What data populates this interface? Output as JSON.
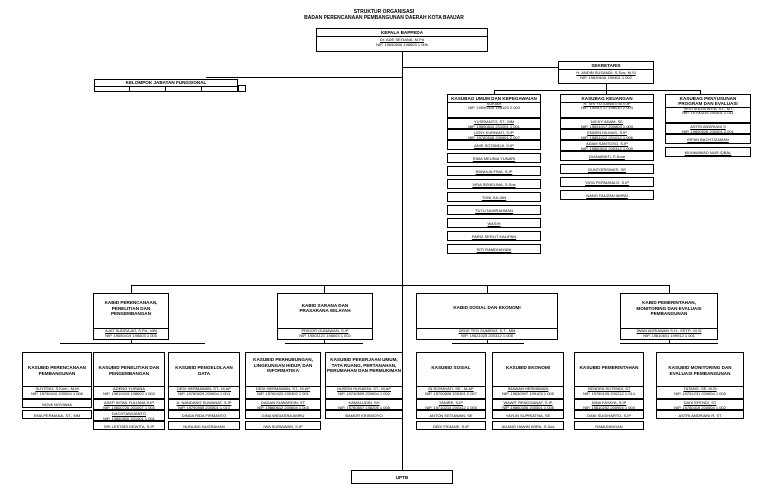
{
  "title": {
    "line1": "STRUKTUR ORGANISASI",
    "line2": "BADAN PERENCANAAN PEMBANGUNAN DAERAH KOTA BANJAR"
  },
  "kepala": {
    "title": "KEPALA BAPPEDA",
    "name": "Dr. ADE SETIANA, M.Pd",
    "nip": "NIP. 19650606 198603 1 006"
  },
  "fungsional": {
    "title": "KELOMPOK JABATAN FUNGSIONAL"
  },
  "sekretaris": {
    "title": "SEKRETARIS",
    "name": "H. ANDIN SUSANDI, S.Sos, M.Si",
    "nip": "NIP. 19630616 199401 1 002"
  },
  "umum": {
    "title": "KASUBAG UMUM DAN KEPEGAWAIAN",
    "name": "SUKIAH",
    "nip": "NIP. 19590410 198103 2 003",
    "rows": [
      {
        "name": "YUSRIANTO, ST., MM",
        "nip": "NIP. 19690810 201001 1 001"
      },
      {
        "name": "LENY KURNIATI, S.IP",
        "nip": "NIP. 19780526 200901 2 007"
      },
      {
        "name": "ANIS SOTANDJI, S.IP"
      },
      {
        "name": "RIMA MEUNIA YUNARI"
      },
      {
        "name": "RANIA ALFINA, S.IP"
      },
      {
        "name": "VIRA RENELINA, S.Sos"
      },
      {
        "name": "TONI JULIAN"
      },
      {
        "name": "TUTU NUHRAHMAN"
      },
      {
        "name": "WASIH"
      },
      {
        "name": "PARIZ SERLIT KALIPAN"
      },
      {
        "name": "SITI RAMDHAYANI"
      }
    ]
  },
  "keuangan": {
    "title": "KASUBAG KEUANGAN",
    "name": "H. SRI YUTIAWATI M.S.IP",
    "nip": "NIP. 19590717 198010 2 004",
    "rows": [
      {
        "name": "NICKY ADAM, SE",
        "nip": "NIP. 19831017 200803 1 003"
      },
      {
        "name": "ENDEN DILMAS, S.IP",
        "nip": "NIP. 19851012 201012 1 006"
      },
      {
        "name": "ADAM SANTOSO, S.IP",
        "nip": "NIP. 19860610 200312 1 005"
      },
      {
        "name": "DIANAWATI, S.Kom"
      },
      {
        "name": "GUNTORISWATI, SE"
      },
      {
        "name": "YAYA PERMANA D. S.IP"
      },
      {
        "name": "NANG FAUZAN AMPAI"
      }
    ]
  },
  "penyusunan": {
    "title1": "KASUBAG PENYUSUNAN",
    "title2": "PROGRAM DAN EVALUASI",
    "name": "VESTIKA DEWITA, ST., MT",
    "nip": "NIP. 19790319 200501 2 011",
    "rows": [
      {
        "name": "ASTRI ANDRIANI S",
        "nip": "NIP. 19850526 200901 2 001"
      },
      {
        "name": "IRFAN BACHTIZAMAN"
      },
      {
        "name": "MUHAMMAD NUR IQBAL"
      }
    ]
  },
  "kabid": [
    {
      "title1": "KABID PERENCANAAN,",
      "title2": "PENELITIAN DAN",
      "title3": "PENGEMBANGAN",
      "name": "AJAT SUDRAJAT, S.Pd., MM",
      "nip": "NIP. 19650419 198603 1 005"
    },
    {
      "title1": "KABID SARANA DAN",
      "title2": "PRASARANA WILAYAH",
      "title3": "",
      "name": "PRIDOR GUNAWAN, S.IP",
      "nip": "NIP. 19501121 198503 1 002"
    },
    {
      "title1": "KABID SOSIAL DAN EKONOMI",
      "title2": "",
      "title3": "",
      "name": "DEDE TEO SUMIRAT, S.T., MM",
      "nip": "NIP. 19821025 200312 1 008"
    },
    {
      "title1": "KABID PEMERINTAHAN,",
      "title2": "MONITORING DAN EVALUASI",
      "title3": "PEMBANGUNAN",
      "name": "IWAN ADRIAWAN S.H., SSTP., M.Si",
      "nip": "NIP. 19810601 199912 1 001"
    }
  ],
  "kasubid": [
    {
      "title": "KASUBID PERENCANAAN PEMBANGUNAN",
      "name": "SUYITNO, S.Kom., M.M",
      "nip": "NIP. 19790410 200604 1 006",
      "rows": [
        {
          "name": "NOVA NOVIANA"
        },
        {
          "name": "EMA PERMANA, ST., MM"
        }
      ]
    },
    {
      "title": "KASUBID PENELITIAN DAN PENGEMBANGAN",
      "name": "ADENG YURANA",
      "nip": "NIP. 19610419 198602 1 003",
      "rows": [
        {
          "name": "ASEP INTAN YULIANA S.IP",
          "nip": "NIP. 19800726 201007 1 003"
        },
        {
          "name": "DACHTAWIJANTO",
          "nip": "NIP. 19860806 201001 1 001"
        },
        {
          "name": "SRI LESTARI DEWITA, S.IP"
        }
      ]
    },
    {
      "title": "KASUBID PENGELOLAAN DATA",
      "name": "DEDI HERMAWAN, ST., M.AP",
      "nip": "NIP. 19780629 200604 1 004",
      "rows": [
        {
          "name": "A. NANDANG SUWANAT, S.IP",
          "nip": "NIP. 19790905 200501 1 010"
        },
        {
          "name": "DINDA RIDA FIRMANTO"
        },
        {
          "name": "NUNUNG NUGRAHAN"
        }
      ]
    },
    {
      "title": "KASUBID PERHUBUNGAN, LINGKUNGAN HIDUP, DAN INFORMATIKA",
      "name": "DEDI HERMAWAN, ST., M.AP",
      "nip": "NIP. 19760420 200302 1 001",
      "rows": [
        {
          "name": "DADAN SUWARDIN, ST",
          "nip": "NIP. 19860612 200604 1 003"
        },
        {
          "name": "GINA WIDIASRA AMRU"
        },
        {
          "name": "IWA SURIAWAN, S.IP"
        }
      ]
    },
    {
      "title": "KASUBID PEKERJAAN UMUM, TATA RUANG, PERTANAHAN, PERUMAHAN DAN PERMUKIMAN",
      "name": "HUSEIN HUSAENI, ST., M.AP",
      "nip": "NIP. 19740509 200604 1 002",
      "rows": [
        {
          "name": "KAMALUDIN, SH",
          "nip": "NIP. 19760607 198206 1 006"
        },
        {
          "name": "BAMOR KRISMOYO"
        }
      ]
    },
    {
      "title": "KASUBID SOSIAL",
      "name": "IN ROHAYATI, SE., M.AP",
      "nip": "NIP. 19700826 200301 2 007",
      "rows": [
        {
          "name": "TANIRE, S.IP",
          "nip": "NIP. 19710214 200312 1 005"
        },
        {
          "name": "ANTON SETIAWAN, SE"
        },
        {
          "name": "DEDI FIDIANE, S.IP"
        }
      ]
    },
    {
      "title": "KASUBID EKONOMI",
      "name": "IMAWAN HERMAWAN",
      "nip": "NIP. 19630907 199103 1 005",
      "rows": [
        {
          "name": "WAWIT RENGGANAT, S.IP",
          "nip": "NIP. 19860306 200501 1 008"
        },
        {
          "name": "YAYUN SUPRIATNA, SE"
        },
        {
          "name": "ADANG HANIM WIRA, S.Sos"
        }
      ]
    },
    {
      "title": "KASUBID PEMERINTAHAN",
      "name": "HENDRA SUTENDI, ST",
      "nip": "NIP. 19760105 200212 1 014",
      "rows": [
        {
          "name": "NINA FAYAYA, S.IP",
          "nip": "NIP. 19810202 200904 1 004"
        },
        {
          "name": "DANI SUGIHARTO, S.IP"
        },
        {
          "name": "RAMUNINGAN"
        }
      ]
    },
    {
      "title": "KASUBID MONITORING DAN EVALUASI PEMBANGUNAN",
      "name": "TATANG, SE, M.Si",
      "nip": "NIP. 19751231 200604 1 003",
      "rows": [
        {
          "name": "DADI EFENDI, ST",
          "nip": "NIP. 19760419 200604 1 002"
        },
        {
          "name": "ASTRI ANDRIANI R, ST"
        }
      ]
    }
  ],
  "uptb": {
    "title": "UPTB"
  }
}
